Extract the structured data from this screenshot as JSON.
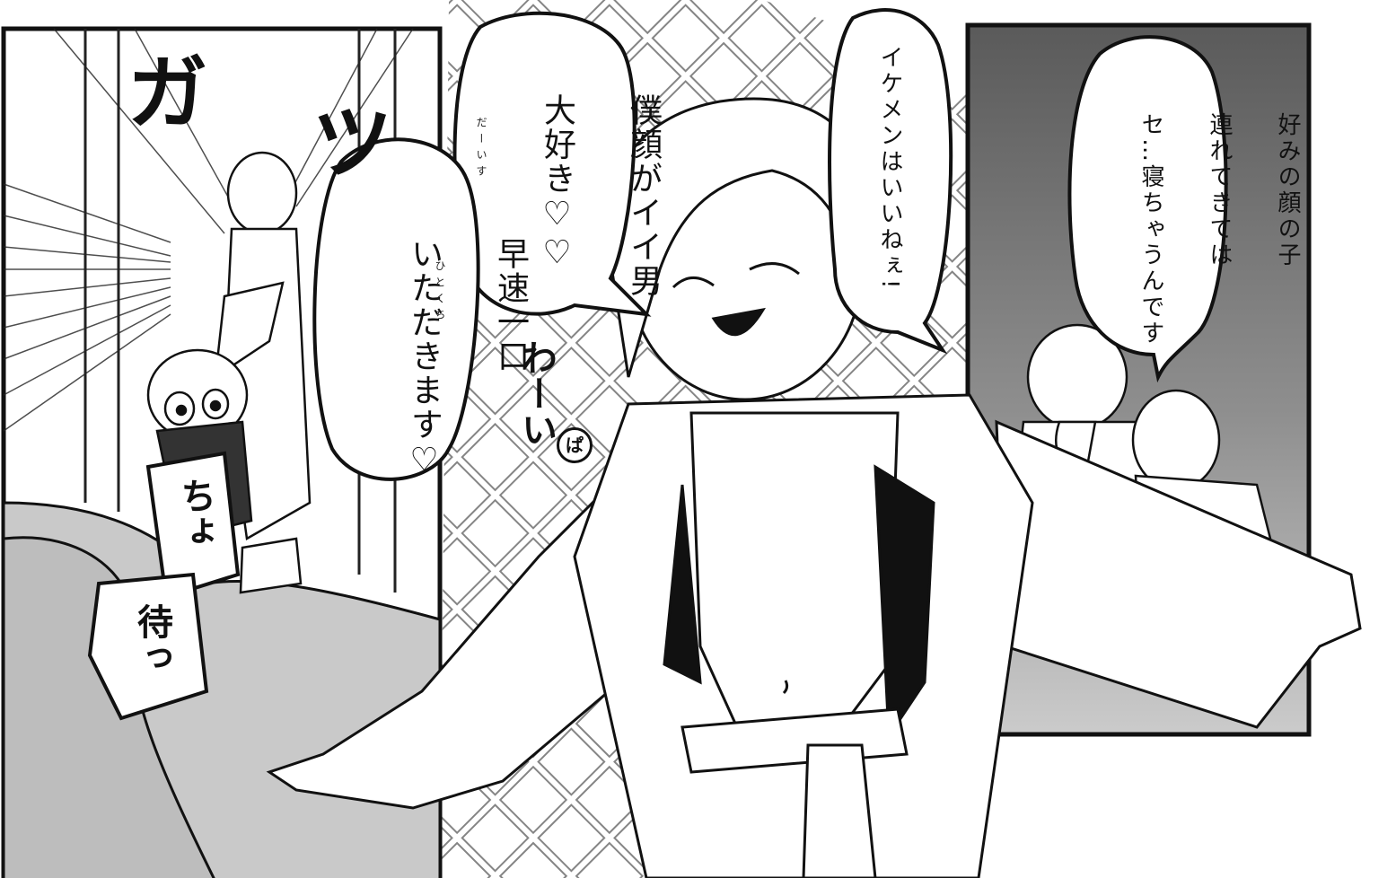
{
  "panels": {
    "left": {
      "sfx": [
        "ガ",
        "ツ"
      ],
      "captions": [
        "ちょ",
        "待っ"
      ]
    },
    "middle": {
      "bubble_top": {
        "lines": [
          "僕顔がイイ男",
          "大好き♡♡"
        ],
        "ruby": "だーいす"
      },
      "bubble_bottom": {
        "lines": [
          "早速一口",
          "いただきます♡"
        ],
        "ruby": "ひとくち"
      },
      "bubble_center": {
        "text": "イケメンはいいねぇ!"
      },
      "sfx": "わーい",
      "sfx_mark": "ぱ"
    },
    "right": {
      "bubble": {
        "lines": [
          "好みの顔の子",
          "連れてきては",
          "セ…寝ちゃうんです"
        ]
      }
    }
  },
  "colors": {
    "ink": "#111111",
    "screentone_light": "#cfcfcf",
    "screentone_dark": "#5e5e5e",
    "paper": "#ffffff"
  }
}
